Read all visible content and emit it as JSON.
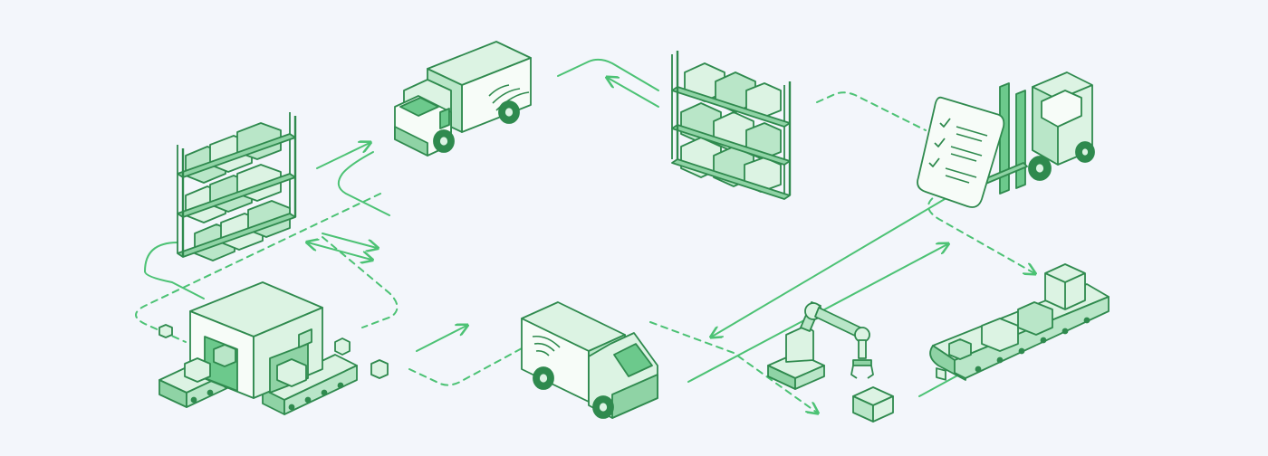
{
  "scene": {
    "background": "#f3f6fb",
    "colors": {
      "stroke": "#2f8a4e",
      "line": "#4cc274",
      "fill_light": "#dcf3e3",
      "fill_mid": "#b9e6c8",
      "fill_dark": "#8fd3a5",
      "accent": "#2fa85a"
    }
  },
  "nodes": [
    {
      "id": "warehouse-rack-left",
      "icon": "warehouse-rack-icon"
    },
    {
      "id": "delivery-truck-top",
      "icon": "delivery-truck-icon"
    },
    {
      "id": "warehouse-rack-center",
      "icon": "warehouse-rack-icon"
    },
    {
      "id": "checklist-forklift",
      "icon": "forklift-icon"
    },
    {
      "id": "distribution-center",
      "icon": "warehouse-building-icon"
    },
    {
      "id": "delivery-truck-bottom",
      "icon": "delivery-truck-icon"
    },
    {
      "id": "robotic-arm",
      "icon": "robotic-arm-icon"
    },
    {
      "id": "conveyor-belt",
      "icon": "conveyor-belt-icon"
    }
  ]
}
